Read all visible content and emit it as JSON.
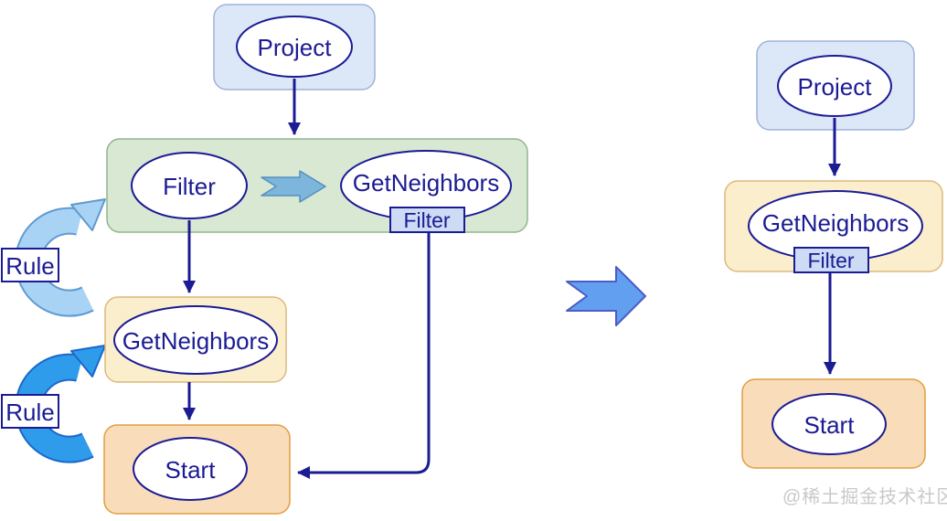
{
  "colors": {
    "navy": "#1b1b94",
    "box_blue_fill": "#dce8f7",
    "box_blue_border": "#9db3d8",
    "box_green_fill": "#d9e8d2",
    "box_green_border": "#90b68c",
    "box_yellow_fill": "#fbeecd",
    "box_yellow_border": "#dcb97d",
    "box_orange_fill": "#f9dcba",
    "box_orange_border": "#e29d3e",
    "chip_fill": "#cddcf4",
    "rewrite_arrow_fill": "#7db5dc",
    "transform_arrow_fill": "#639ff0",
    "rule_arc_light_fill": "#a9d3f4",
    "rule_arc_dark_fill": "#2f9ceb",
    "watermark_gray": "#c9c9c9"
  },
  "left_plan": {
    "project": "Project",
    "filter": "Filter",
    "get_neighbors_rewrite": "GetNeighbors",
    "filter_chip": "Filter",
    "get_neighbors": "GetNeighbors",
    "start": "Start",
    "rule_top": "Rule",
    "rule_bottom": "Rule"
  },
  "right_plan": {
    "project": "Project",
    "get_neighbors": "GetNeighbors",
    "filter_chip": "Filter",
    "start": "Start"
  },
  "watermark": "@稀土掘金技术社区",
  "icons": {
    "rewrite_arrow": "chevron-right-arrow",
    "transform_arrow": "big-right-arrow",
    "rule_cycle_top": "curved-cycle-arrow",
    "rule_cycle_bottom": "curved-cycle-arrow"
  }
}
